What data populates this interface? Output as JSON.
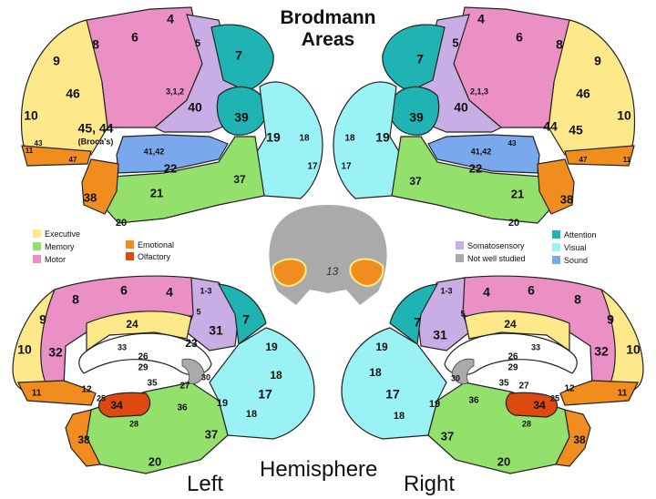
{
  "title": {
    "line1": "Brodmann",
    "line2": "Areas"
  },
  "bottom": {
    "left": "Left",
    "center": "Hemisphere",
    "right": "Right"
  },
  "colors": {
    "executive": "#fde98a",
    "memory": "#93e06c",
    "motor": "#ea90c4",
    "emotional": "#f08d1e",
    "olfactory": "#dc4a10",
    "somatosensory": "#c9aee6",
    "not_well_studied": "#aaaaaa",
    "attention": "#1fb3b3",
    "visual": "#9af2f4",
    "sound": "#79a8ec"
  },
  "legend_left": [
    {
      "label": "Executive",
      "color": "#fde98a"
    },
    {
      "label": "Memory",
      "color": "#93e06c"
    },
    {
      "label": "Motor",
      "color": "#ea90c4"
    }
  ],
  "legend_mid": [
    {
      "label": "Emotional",
      "color": "#f08d1e"
    },
    {
      "label": "Olfactory",
      "color": "#dc4a10"
    }
  ],
  "legend_right_a": [
    {
      "label": "Somatosensory",
      "color": "#c9aee6"
    },
    {
      "label": "Not well studied",
      "color": "#aaaaaa"
    }
  ],
  "legend_right_b": [
    {
      "label": "Attention",
      "color": "#1fb3b3"
    },
    {
      "label": "Visual",
      "color": "#9af2f4"
    },
    {
      "label": "Sound",
      "color": "#79a8ec"
    }
  ],
  "center_label": "13",
  "lateral_left_labels": [
    "4",
    "8",
    "6",
    "5",
    "9",
    "7",
    "3,1,2",
    "46",
    "40",
    "10",
    "45, 44",
    "(Broca's)",
    "39",
    "43",
    "41,42",
    "19",
    "18",
    "11",
    "47",
    "22",
    "17",
    "38",
    "21",
    "37",
    "20"
  ],
  "lateral_right_labels": [
    "4",
    "5",
    "6",
    "8",
    "7",
    "9",
    "2,1,3",
    "40",
    "46",
    "39",
    "10",
    "44",
    "45",
    "18",
    "19",
    "43",
    "41,42",
    "17",
    "47",
    "11",
    "22",
    "37",
    "21",
    "38",
    "20"
  ],
  "medial_left_labels": [
    "8",
    "6",
    "4",
    "1-3",
    "5",
    "9",
    "24",
    "31",
    "7",
    "33",
    "19",
    "10",
    "32",
    "26",
    "29",
    "23",
    "30",
    "35",
    "27",
    "18",
    "17",
    "11",
    "12",
    "25",
    "34",
    "28",
    "36",
    "19",
    "18",
    "38",
    "37",
    "20"
  ],
  "medial_right_labels": [
    "1-3",
    "4",
    "6",
    "8",
    "5",
    "7",
    "24",
    "9",
    "31",
    "33",
    "19",
    "26",
    "29",
    "32",
    "10",
    "30",
    "18",
    "17",
    "35",
    "27",
    "19",
    "36",
    "25",
    "12",
    "11",
    "34",
    "18",
    "28",
    "37",
    "38",
    "20"
  ]
}
